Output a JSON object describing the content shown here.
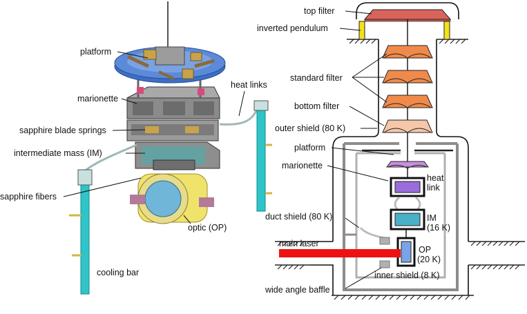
{
  "left_labels": {
    "platform": "platform",
    "marionette": "marionette",
    "heat_links": "heat links",
    "sapphire_blade_springs": "sapphire blade springs",
    "intermediate_mass": "intermediate mass (IM)",
    "sapphire_fibers": "sapphire fibers",
    "optic": "optic (OP)",
    "cooling_bar": "cooling bar"
  },
  "right_labels": {
    "top_filter": "top filter",
    "inverted_pendulum": "inverted pendulum",
    "standard_filter": "standard filter",
    "bottom_filter": "bottom filter",
    "outer_shield": "outer shield (80 K)",
    "platform": "platform",
    "marionette": "marionette",
    "heat_link_1": "heat",
    "heat_link_2": "link",
    "im_1": "IM",
    "im_2": "(16 K)",
    "duct_shield": "duct shield (80 K)",
    "main_laser": "main laser",
    "op_1": "OP",
    "op_2": "(20 K)",
    "inner_shield": "inner shield (8 K)",
    "wide_angle_baffle": "wide angle baffle"
  },
  "colors": {
    "top_filter": "#d9645c",
    "inverted_pendulum": "#f2e21a",
    "standard_filter": "#f08a4b",
    "bottom_filter": "#f5c7a8",
    "marionette": "#c98ee0",
    "intermediate_mass": "#9a6cdc",
    "optic_im": "#4ab0c8",
    "op": "#7aa4e8",
    "main_laser": "#ee1111",
    "cooling_bar": "#2ec4c8",
    "platform_blue": "#4a7fd0",
    "gray_metal": "#8a8a8a",
    "shield_gray": "#8c8c8c"
  }
}
